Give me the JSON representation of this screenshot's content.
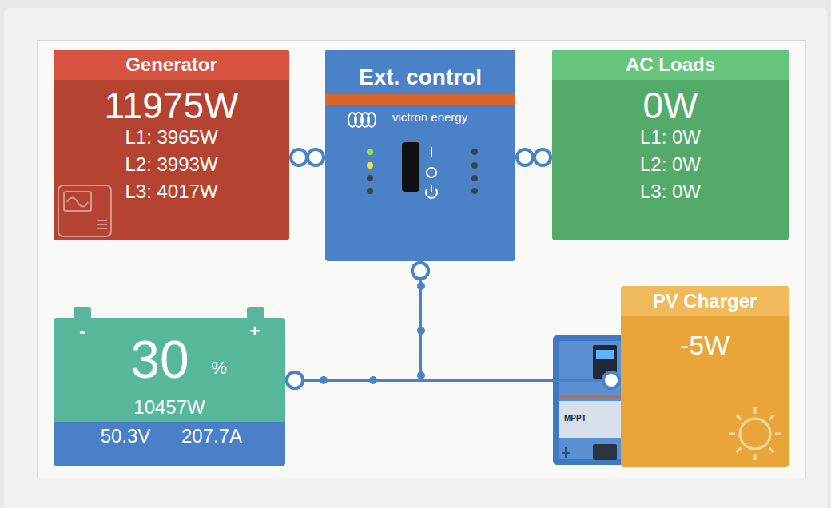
{
  "diagram": {
    "nodes": [
      {
        "text": [
          "Generator",
          "11975W",
          "L1: 3965W",
          "L2: 3993W",
          "L3: 4017W"
        ]
      },
      {
        "text": [
          "Ext. control",
          "victron energy"
        ]
      },
      {
        "text": [
          "AC Loads",
          "0W",
          "L1: 0W",
          "L2: 0W",
          "L3: 0W"
        ]
      },
      {
        "text": [
          "-",
          "+",
          "30",
          "%",
          "10457W",
          "50.3V",
          "207.7A"
        ]
      },
      {
        "text": [
          "PV Charger",
          "-5W"
        ]
      }
    ],
    "edges": [
      {
        "from": 0,
        "to": 1,
        "arrow": "none"
      },
      {
        "from": 1,
        "to": 2,
        "arrow": "none"
      },
      {
        "from": 1,
        "to": 3,
        "arrow": "none"
      },
      {
        "from": 1,
        "to": 4,
        "arrow": "none"
      },
      {
        "from": 3,
        "to": 4,
        "arrow": "none"
      }
    ],
    "labels": [
      "MPPT"
    ]
  }
}
